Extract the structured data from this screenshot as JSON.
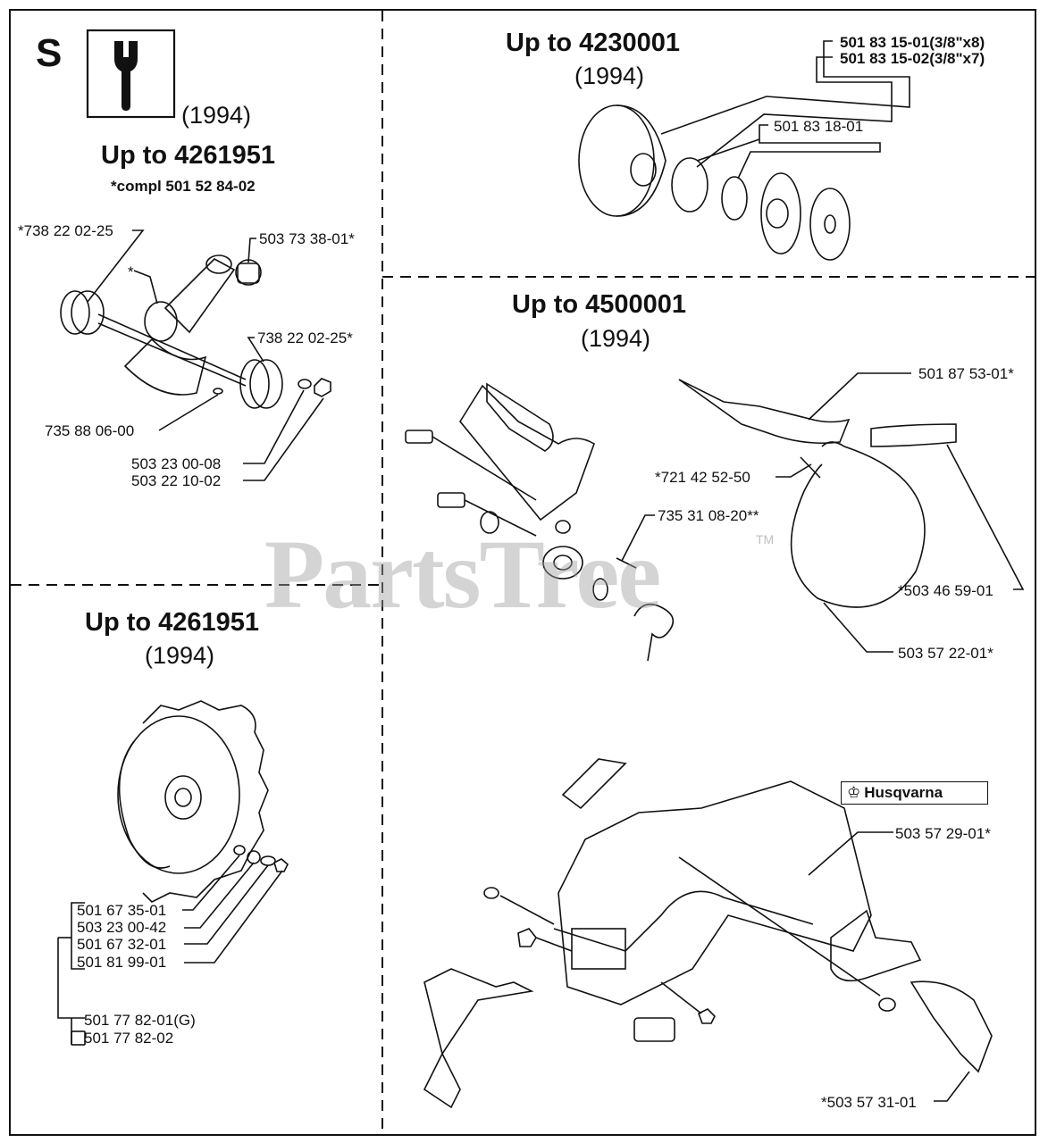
{
  "section_letter": "S",
  "section_icon": "wrench-icon",
  "section_year": "(1994)",
  "crankshaft": {
    "heading": "Up to 4261951",
    "subheading": "*compl 501 52 84-02",
    "labels": [
      "*738 22 02-25",
      "503 73 38-01*",
      "*",
      "738 22 02-25*",
      "735 88 06-00",
      "503 23 00-08",
      "503 22 10-02"
    ]
  },
  "clutch_drum": {
    "heading": "Up to 4230001",
    "year": "(1994)",
    "labels": [
      "501 83 15-01(3/8\"x8)",
      "501 83 15-02(3/8\"x7)",
      "501 83 18-01"
    ]
  },
  "chain_brake": {
    "heading": "Up to 4500001",
    "year": "(1994)",
    "labels": [
      "501 87 53-01*",
      "*721 42 52-50",
      "735 31 08-20**",
      "*503 46 59-01",
      "503 57 22-01*"
    ]
  },
  "flywheel": {
    "heading": "Up to 4261951",
    "year": "(1994)",
    "labels": [
      "501 67 35-01",
      "503 23 00-42",
      "501 67 32-01",
      "501 81 99-01",
      "501 77 82-01(G)",
      "501 77 82-02"
    ]
  },
  "clutch_cover": {
    "brand": "Husqvarna",
    "labels": [
      "503 57 29-01*",
      "*503 57 31-01"
    ]
  },
  "watermark": "PartsTree",
  "watermark_tm": "TM"
}
